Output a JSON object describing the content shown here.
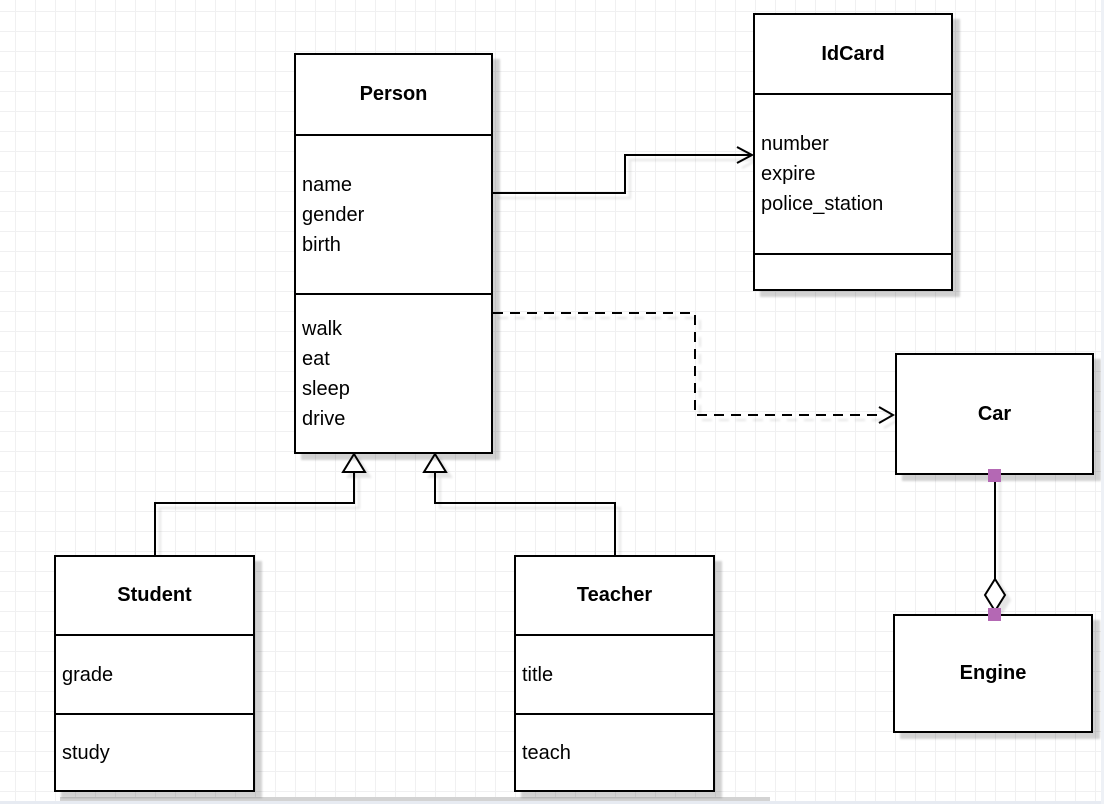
{
  "classes": {
    "person": {
      "title": "Person",
      "attributes": [
        "name",
        "gender",
        "birth"
      ],
      "methods": [
        "walk",
        "eat",
        "sleep",
        "drive"
      ]
    },
    "idcard": {
      "title": "IdCard",
      "attributes": [
        "number",
        "expire",
        "police_station"
      ],
      "methods": []
    },
    "car": {
      "title": "Car"
    },
    "engine": {
      "title": "Engine"
    },
    "student": {
      "title": "Student",
      "attributes": [
        "grade"
      ],
      "methods": [
        "study"
      ]
    },
    "teacher": {
      "title": "Teacher",
      "attributes": [
        "title"
      ],
      "methods": [
        "teach"
      ]
    }
  },
  "relationships": [
    {
      "from": "Person",
      "to": "IdCard",
      "type": "association",
      "line": "solid",
      "arrow": "open"
    },
    {
      "from": "Person",
      "to": "Car",
      "type": "dependency",
      "line": "dashed",
      "arrow": "open"
    },
    {
      "from": "Student",
      "to": "Person",
      "type": "generalization",
      "line": "solid",
      "arrow": "hollow-triangle"
    },
    {
      "from": "Teacher",
      "to": "Person",
      "type": "generalization",
      "line": "solid",
      "arrow": "hollow-triangle"
    },
    {
      "from": "Car",
      "to": "Engine",
      "type": "aggregation",
      "line": "solid",
      "arrow": "hollow-diamond"
    }
  ],
  "colors": {
    "endpoint_marker": "#b468b4",
    "line": "#000000",
    "box_fill": "#ffffff",
    "grid_line": "#f0f0f1"
  }
}
